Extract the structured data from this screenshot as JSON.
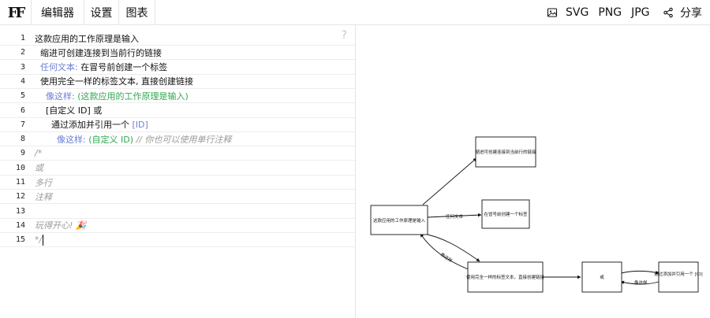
{
  "app": {
    "logo": "FF"
  },
  "nav": {
    "tabs": [
      "编辑器",
      "设置",
      "图表"
    ]
  },
  "export": {
    "svg": "SVG",
    "png": "PNG",
    "jpg": "JPG"
  },
  "share": {
    "label": "分享"
  },
  "editor": {
    "help": "?",
    "lines": [
      {
        "num": "1",
        "segments": [
          {
            "text": "这款应用的工作原理是输入",
            "style": "black"
          }
        ]
      },
      {
        "num": "2",
        "segments": [
          {
            "text": "  缩进可创建连接到当前行的链接",
            "style": "black"
          }
        ]
      },
      {
        "num": "3",
        "segments": [
          {
            "text": "  任何文本: ",
            "style": "blue"
          },
          {
            "text": "在冒号前创建一个标签",
            "style": "black"
          }
        ]
      },
      {
        "num": "4",
        "segments": [
          {
            "text": "  使用完全一样的标签文本, 直接创建链接",
            "style": "black"
          }
        ]
      },
      {
        "num": "5",
        "segments": [
          {
            "text": "    像这样: ",
            "style": "blue"
          },
          {
            "text": "(这款应用的工作原理是输入)",
            "style": "green"
          }
        ]
      },
      {
        "num": "6",
        "segments": [
          {
            "text": "    [自定义 ID] 或",
            "style": "black"
          }
        ]
      },
      {
        "num": "7",
        "segments": [
          {
            "text": "      通过添加并引用一个 ",
            "style": "black"
          },
          {
            "text": "[ID]",
            "style": "blue"
          }
        ]
      },
      {
        "num": "8",
        "segments": [
          {
            "text": "        像这样: ",
            "style": "blue"
          },
          {
            "text": "(自定义 ID)",
            "style": "green"
          },
          {
            "text": " // 你也可以使用单行注释",
            "style": "gray"
          }
        ]
      },
      {
        "num": "9",
        "segments": [
          {
            "text": "/*",
            "style": "gray"
          }
        ]
      },
      {
        "num": "10",
        "segments": [
          {
            "text": "或",
            "style": "gray"
          }
        ]
      },
      {
        "num": "11",
        "segments": [
          {
            "text": "多行",
            "style": "gray"
          }
        ]
      },
      {
        "num": "12",
        "segments": [
          {
            "text": "注释",
            "style": "gray"
          }
        ]
      },
      {
        "num": "13",
        "segments": []
      },
      {
        "num": "14",
        "segments": [
          {
            "text": "玩得开心! 🎉",
            "style": "gray"
          }
        ]
      },
      {
        "num": "15",
        "segments": [
          {
            "text": "*/",
            "style": "gray"
          }
        ],
        "cursor": true
      }
    ]
  },
  "diagram": {
    "nodes": {
      "n1": "这款应用的工作原理是输入",
      "n2": "缩进可创建连接到当前行的链接",
      "n3": "在冒号前创建一个标签",
      "n4": "使用完全一样的标签文本，直接创建链接",
      "n5": "或",
      "n6": "通过添加并引用一个 [ID]"
    },
    "edge_labels": {
      "e_any": "任何文本",
      "e_like": "像这样",
      "e_like2": "像这样"
    }
  }
}
